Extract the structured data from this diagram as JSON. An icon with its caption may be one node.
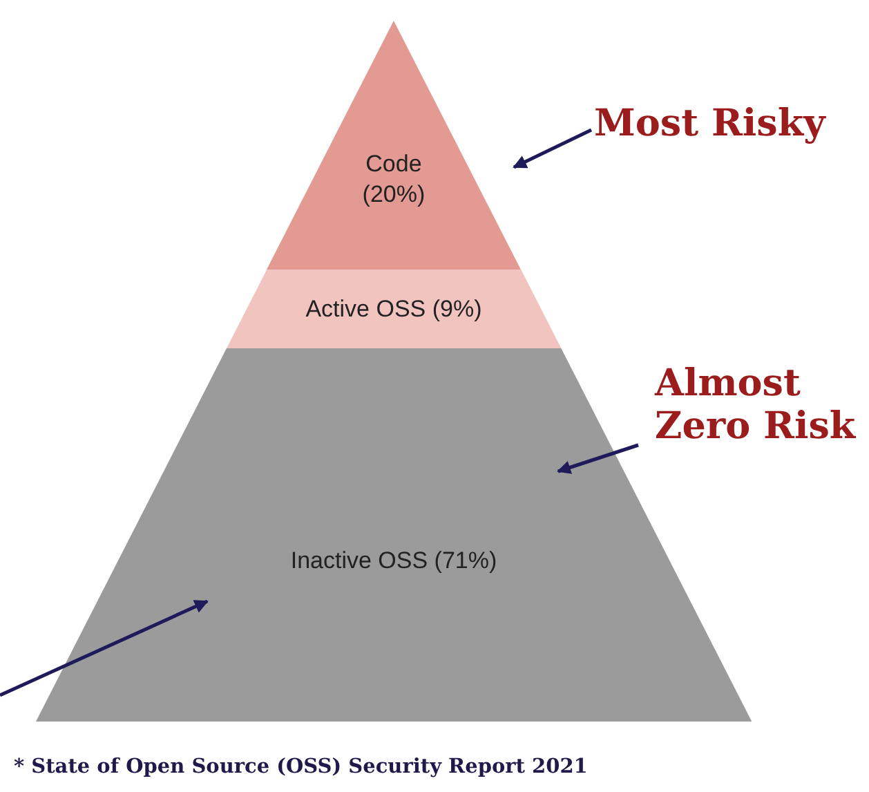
{
  "diagram": {
    "caption": "* State of Open Source (OSS) Security Report 2021",
    "nodes": [
      {
        "text": [
          "Code (20%)"
        ]
      },
      {
        "text": [
          "Active OSS (9%)"
        ]
      },
      {
        "text": [
          "Inactive OSS (71%)"
        ]
      },
      {
        "text": [
          "Most Risky"
        ]
      },
      {
        "text": [
          "Almost Zero Risk"
        ]
      }
    ],
    "edges": [
      {
        "from": 3,
        "to": 0,
        "arrow": "to"
      },
      {
        "from": 4,
        "to": 2,
        "arrow": "to"
      },
      {
        "from": null,
        "to": 2,
        "arrow": "to"
      }
    ]
  }
}
